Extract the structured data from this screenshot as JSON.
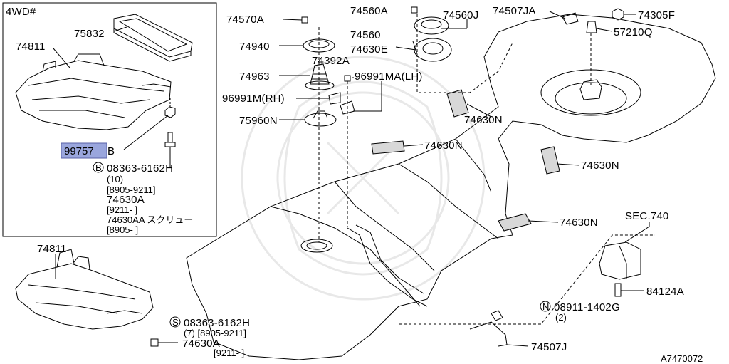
{
  "inset": {
    "title": "4WD#"
  },
  "callouts": {
    "p75832": "75832",
    "p74811a": "74811",
    "p99757b_hl": "99757",
    "p99757b_suffix": "B",
    "p74811b": "74811",
    "p74570a": "74570A",
    "p74940": "74940",
    "p74963": "74963",
    "p96991m": "96991M(RH)",
    "p75960n": "75960N",
    "p74392a": "74392A",
    "p96991ma": "96991MA(LH)",
    "p74560a": "74560A",
    "p74560j": "74560J",
    "p74560": "74560",
    "p74630e": "74630E",
    "p74507ja": "74507JA",
    "p74305f": "74305F",
    "p57210q": "57210Q",
    "p74630n_1": "74630N",
    "p74630n_2": "74630N",
    "p74630n_3": "74630N",
    "p74630n_4": "74630N",
    "sec740": "SEC.740",
    "p84124a": "84124A",
    "p74507j": "74507J",
    "ref": "A7470072"
  },
  "notes": {
    "b_circle": "B",
    "b_part": "08363-6162H",
    "b_qty": "(10)",
    "b_range1": "[8905-9211]",
    "b_part2": "74630A",
    "b_range2": "[9211-      ]",
    "b_part3": "74630AA スクリュー",
    "b_range3": "[8905-      ]",
    "s_circle": "S",
    "s_part": "08363-6162H",
    "s_line2": "(7) [8905-9211]",
    "s_part2": "74630A",
    "s_range": "[9211-      ]",
    "n_circle": "N",
    "n_part": "08911-1402G",
    "n_qty": "(2)"
  },
  "colors": {
    "highlight": "#9aa6dd",
    "highlight_border": "#5a62a8",
    "line": "#000000",
    "watermark": "#e6e6e6"
  }
}
